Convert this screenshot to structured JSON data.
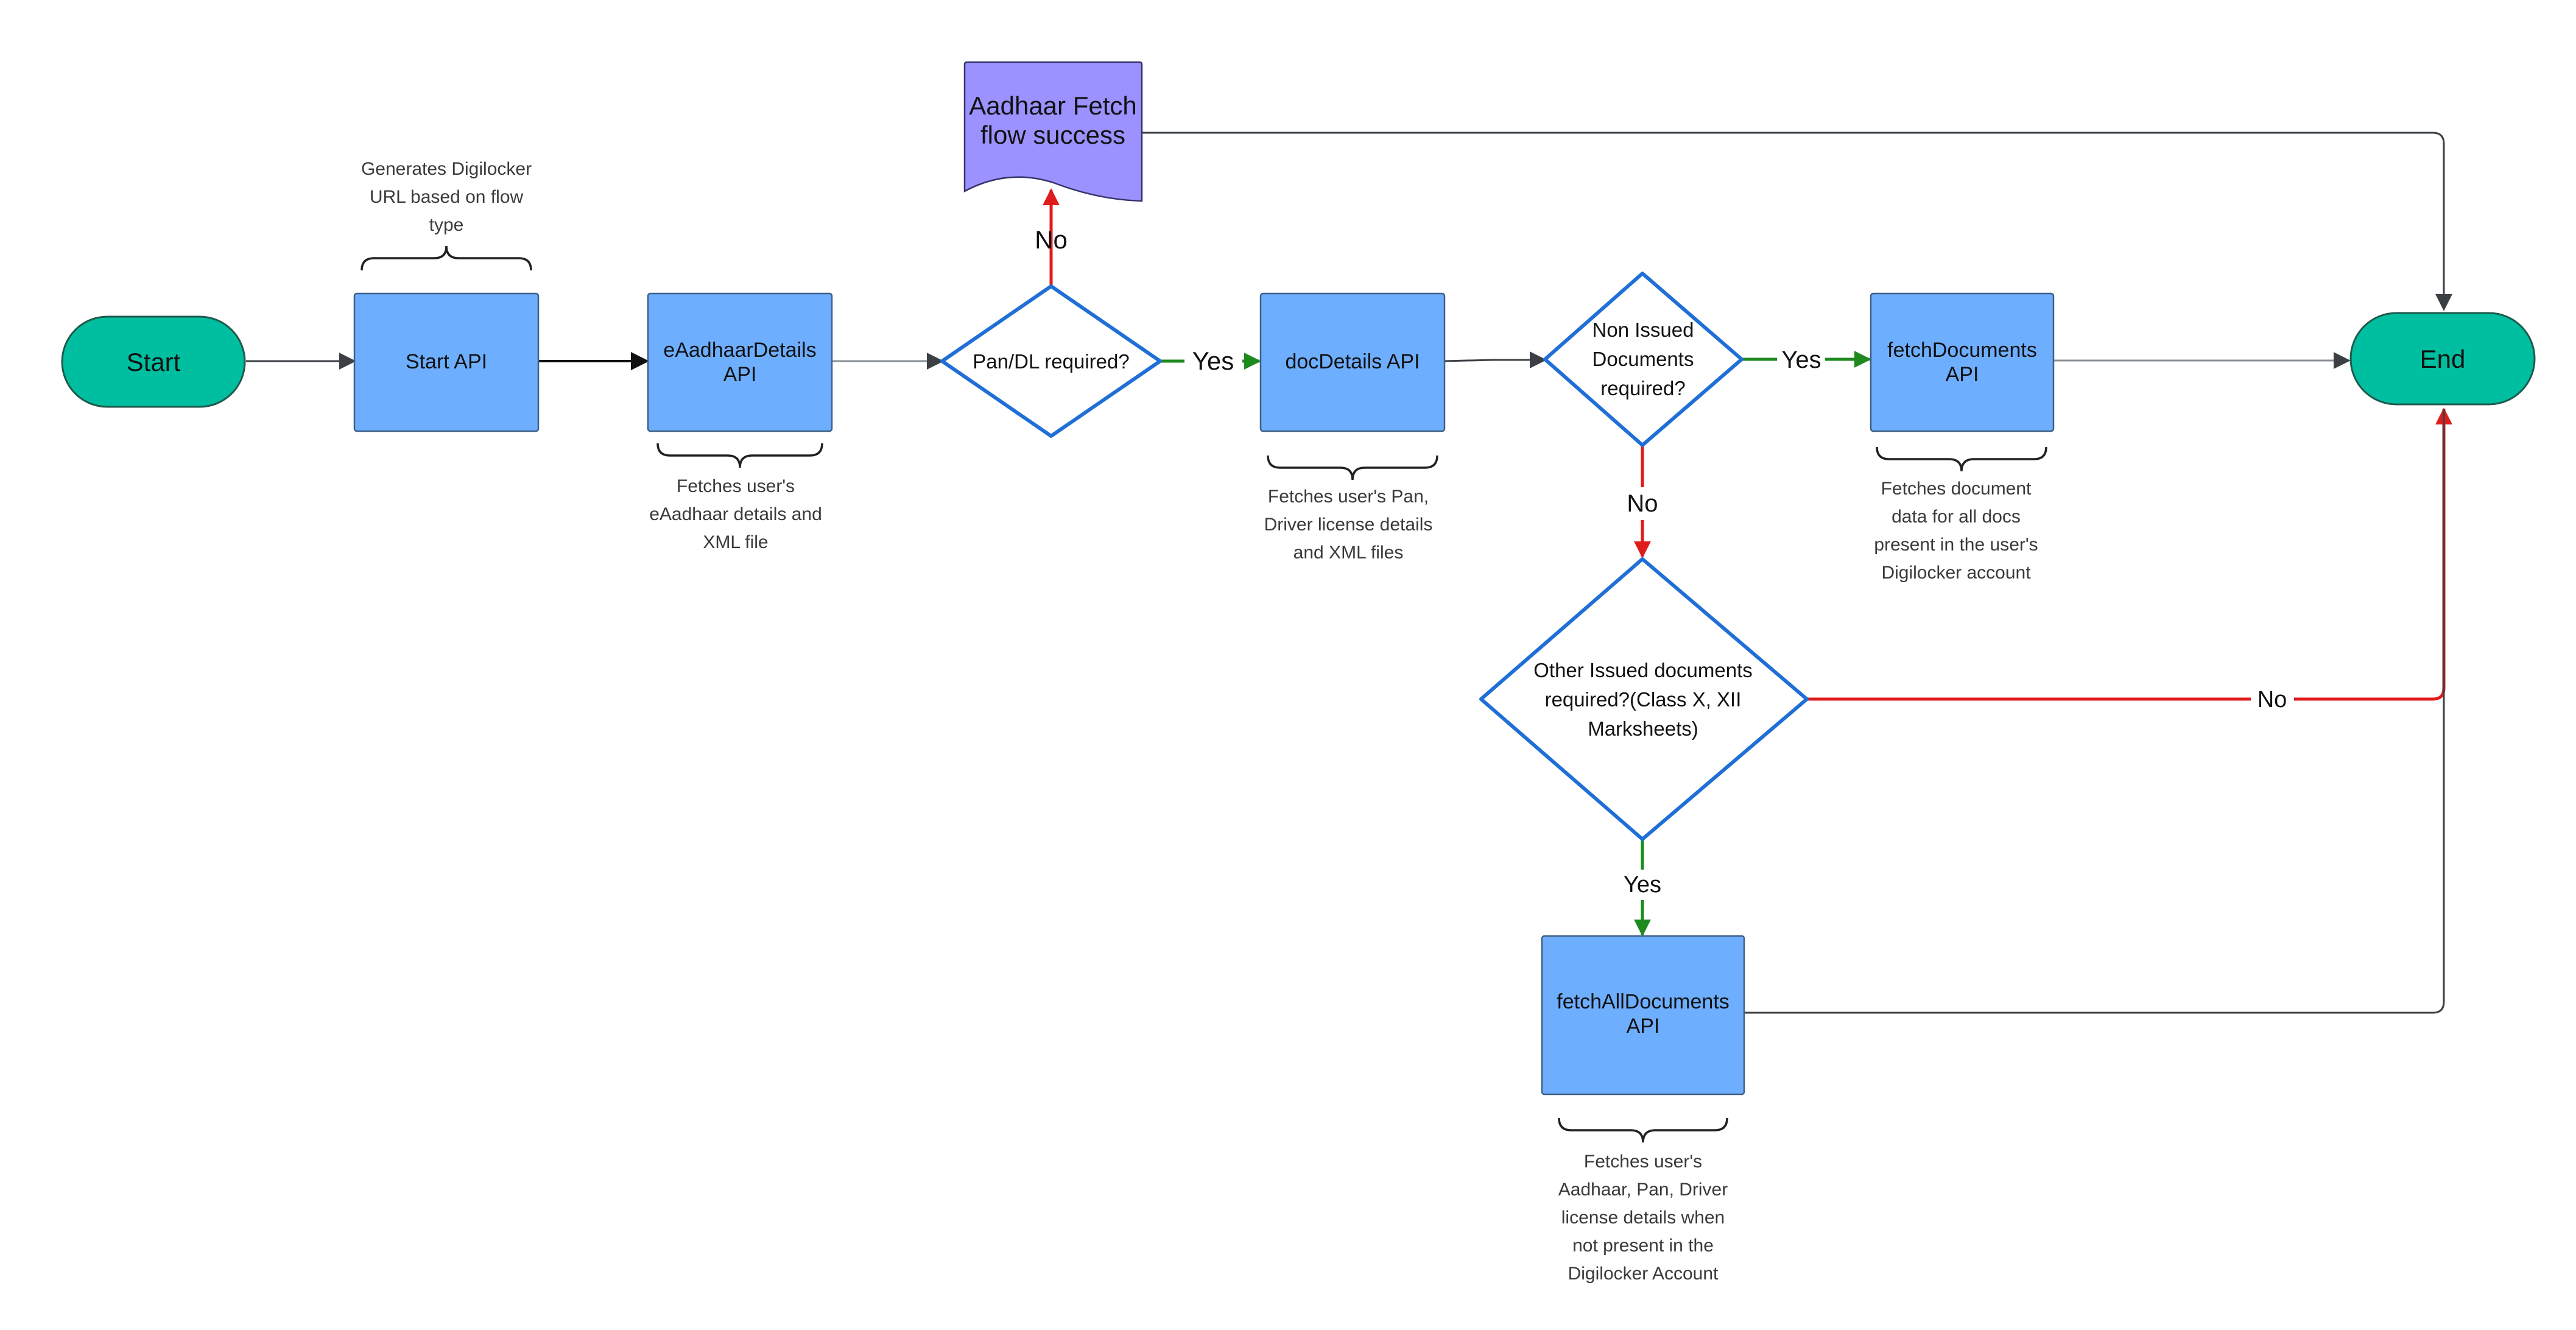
{
  "colors": {
    "terminal_fill": "#00bfa0",
    "process_fill": "#6eaeff",
    "document_fill": "#9b92ff",
    "decision_stroke": "#1f6fd6",
    "arrow_default": "#3c4045",
    "arrow_yes": "#1e8a1e",
    "arrow_no": "#e01b1b"
  },
  "nodes": {
    "start": "Start",
    "end": "End",
    "start_api": "Start API",
    "eaadhaar_api": [
      "eAadhaarDetails",
      "API"
    ],
    "doc_details_api": "docDetails API",
    "fetch_documents_api": [
      "fetchDocuments",
      "API"
    ],
    "fetch_all_documents_api": [
      "fetchAllDocuments",
      "API"
    ],
    "aadhaar_fetch_success": [
      "Aadhaar Fetch",
      "flow success"
    ],
    "pan_dl_decision": "Pan/DL required?",
    "non_issued_decision": [
      "Non Issued",
      "Documents",
      "required?"
    ],
    "other_issued_decision": [
      "Other Issued documents",
      "required?(Class X, XII",
      "Marksheets)"
    ]
  },
  "edge_labels": {
    "pan_no": "No",
    "pan_yes": "Yes",
    "non_issued_yes": "Yes",
    "non_issued_no": "No",
    "other_no": "No",
    "other_yes": "Yes"
  },
  "notes": {
    "start_api": [
      "Generates Digilocker",
      "URL based on flow",
      "type"
    ],
    "eaadhaar_api": [
      "Fetches user's",
      "eAadhaar details and",
      "XML file"
    ],
    "doc_details_api": [
      "Fetches user's Pan,",
      "Driver license details",
      "and XML files"
    ],
    "fetch_documents_api": [
      "Fetches document",
      "data for all docs",
      "present in the user's",
      "Digilocker account"
    ],
    "fetch_all_documents_api": [
      "Fetches user's",
      "Aadhaar, Pan, Driver",
      "license details when",
      "not present in the",
      "Digilocker Account"
    ]
  }
}
